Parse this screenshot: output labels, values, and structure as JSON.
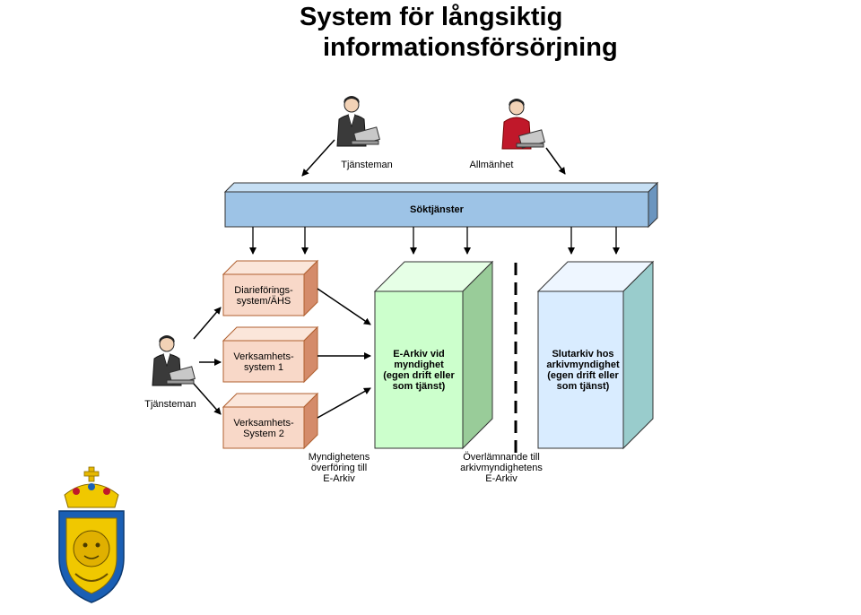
{
  "title": {
    "line1": "System för långsiktig",
    "line2": "informationsförsörjning"
  },
  "users": {
    "tjansteman_top": "Tjänsteman",
    "allmanhet": "Allmänhet",
    "tjansteman_left": "Tjänsteman"
  },
  "soktjanster": "Söktjänster",
  "boxes": {
    "diarieforing": [
      "Diarieförings-",
      "system/ÄHS"
    ],
    "verksamhet1": [
      "Verksamhets-",
      "system 1"
    ],
    "verksamhet2": [
      "Verksamhets-",
      "System 2"
    ],
    "earkiv": [
      "E-Arkiv vid",
      "myndighet",
      "(egen drift eller",
      "som tjänst)"
    ],
    "slutarkiv": [
      "Slutarkiv hos",
      "arkivmyndighet",
      "(egen drift eller",
      "som tjänst)"
    ]
  },
  "captions": {
    "overforing": [
      "Myndighetens",
      "överföring till",
      "E-Arkiv"
    ],
    "overlamnande": [
      "Överlämnande till",
      "arkivmyndighetens",
      "E-Arkiv"
    ]
  },
  "colors": {
    "search_bar": "#9dc3e6",
    "small_box": "#f8d8c8",
    "earkiv_front": "#ccffcc",
    "earkiv_side": "#99cc99",
    "slutarkiv_front": "#d9ecff",
    "slutarkiv_side": "#99cccc"
  }
}
